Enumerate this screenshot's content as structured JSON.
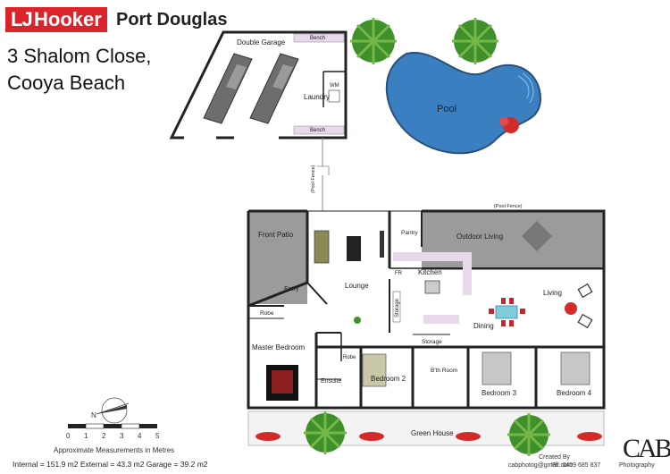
{
  "brand": {
    "logo_initials": "LJ",
    "logo_name": "Hooker",
    "office": "Port Douglas",
    "color": "#d9242b"
  },
  "address": {
    "line1": "3 Shalom Close,",
    "line2": "Cooya Beach"
  },
  "rooms": {
    "double_garage": "Double Garage",
    "laundry": "Laundry",
    "wm": "WM",
    "bench_top": "Bench",
    "bench_bottom": "Bench",
    "pool": "Pool",
    "pool_fence_left": "(Pool Fence)",
    "pool_fence_top": "(Pool Fence)",
    "front_patio": "Front Patio",
    "pantry": "Pantry",
    "outdoor_living": "Outdoor Living",
    "kitchen": "Kitchen",
    "fr": "FR",
    "lounge": "Lounge",
    "entry": "Entry",
    "storage_kitchen": "Storage",
    "living": "Living",
    "dining": "Dining",
    "robe_master": "Robe",
    "master_bedroom": "Master Bedroom",
    "robe_small": "Robe",
    "storage_hall": "Storage",
    "bedroom2": "Bedroom 2",
    "bath_room": "B'th Room",
    "ensuite": "Ensuite",
    "bedroom3": "Bedroom 3",
    "bedroom4": "Bedroom 4",
    "green_house": "Green House"
  },
  "scale": {
    "ticks": [
      "0",
      "1",
      "2",
      "3",
      "4",
      "5"
    ],
    "label": "Approximate Measurements in Metres"
  },
  "areas": {
    "text": "Internal = 151.9 m2   External = 43.3 m2   Garage = 39.2 m2"
  },
  "credits": {
    "logo": "CAB",
    "created_by": "Created By",
    "email": "cabphotog@gmail.com",
    "phone": "Ph: 0409 685 837",
    "photography": "Photography"
  },
  "colors": {
    "wall": "#222222",
    "patio": "#9b9b9b",
    "pool": "#3a7fc0",
    "palm": "#3f8f2a",
    "flower": "#d32a2a",
    "bench": "#e7d8ea"
  }
}
